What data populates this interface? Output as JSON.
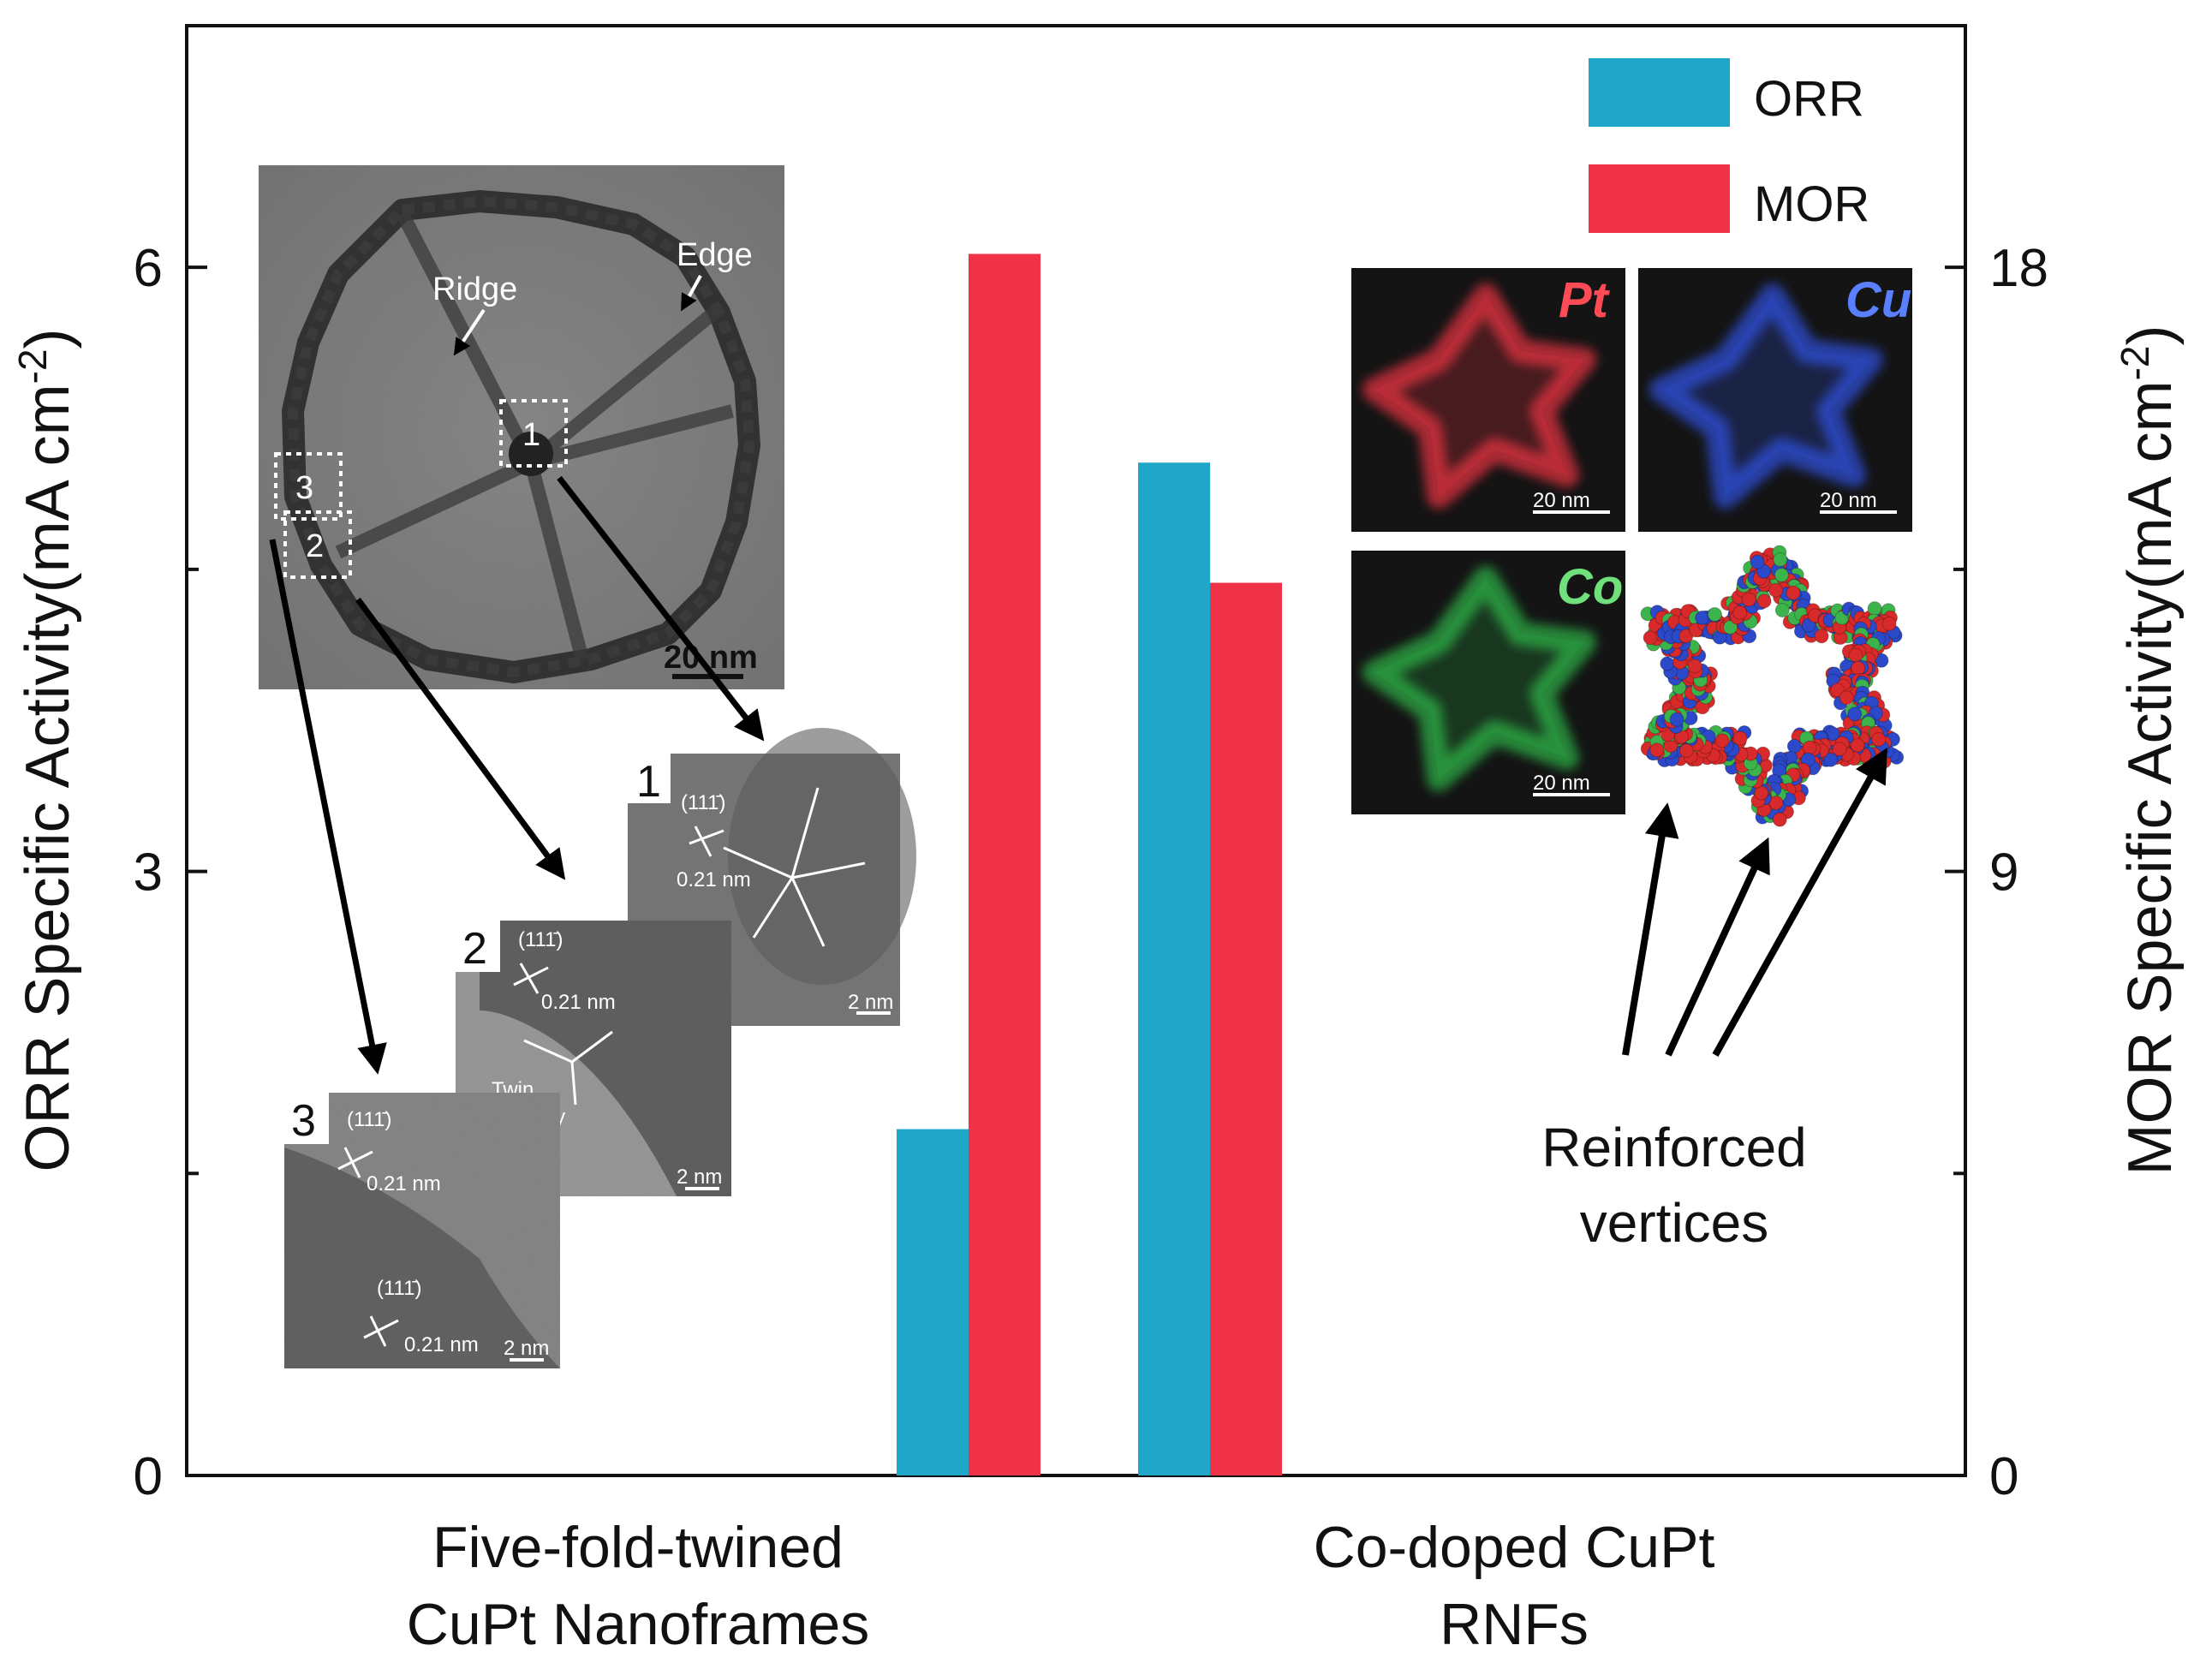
{
  "chart_data": {
    "type": "bar",
    "categories": [
      [
        "Five-fold-twined",
        "CuPt Nanoframes"
      ],
      [
        "Co-doped CuPt",
        "RNFs"
      ]
    ],
    "series": [
      {
        "name": "ORR",
        "axis": "left",
        "color": "#1FA6C9",
        "values": [
          1.72,
          5.03
        ]
      },
      {
        "name": "MOR",
        "axis": "right",
        "color": "#F03246",
        "values": [
          18.2,
          13.3
        ]
      }
    ],
    "ylabel_left": "ORR Specific Activity(mA cm",
    "ylabel_right": "MOR Specific Activity(mA cm",
    "ylabel_superscript": "-2",
    "ylabel_close": ")",
    "ylim_left": [
      0,
      7.2
    ],
    "ylim_right": [
      0,
      21.6
    ],
    "yticks_left": [
      "0",
      "3",
      "6"
    ],
    "yticks_left_values": [
      0,
      3,
      6
    ],
    "yticks_right": [
      "0",
      "9",
      "18"
    ],
    "yticks_right_values": [
      0,
      9,
      18
    ],
    "legend_position": "top-right",
    "grid": false
  },
  "insets": {
    "tem_main": {
      "ridge": "Ridge",
      "edge": "Edge",
      "scale": "20 nm",
      "boxes": [
        "1",
        "2",
        "3"
      ]
    },
    "hrtem_panels": [
      {
        "num": "1",
        "plane": "(111̄)",
        "spacing": "0.21 nm",
        "scale": "2 nm"
      },
      {
        "num": "2",
        "plane": "(111̄)",
        "spacing": "0.21 nm",
        "twin": "Twin boundary",
        "scale": "2 nm"
      },
      {
        "num": "3",
        "plane": "(111̄)",
        "spacing": "0.21 nm",
        "plane2": "(111̄)",
        "spacing2": "0.21 nm",
        "scale": "2 nm"
      }
    ],
    "eds_maps": [
      {
        "element": "Pt",
        "color": "#e0333f",
        "label_color": "#ff4b55",
        "scale": "20 nm"
      },
      {
        "element": "Cu",
        "color": "#2f4fd8",
        "label_color": "#5a7fff",
        "scale": "20 nm"
      },
      {
        "element": "Co",
        "color": "#2fb848",
        "label_color": "#6fe07a",
        "scale": "20 nm"
      }
    ],
    "annotation": [
      "Reinforced",
      "vertices"
    ]
  }
}
